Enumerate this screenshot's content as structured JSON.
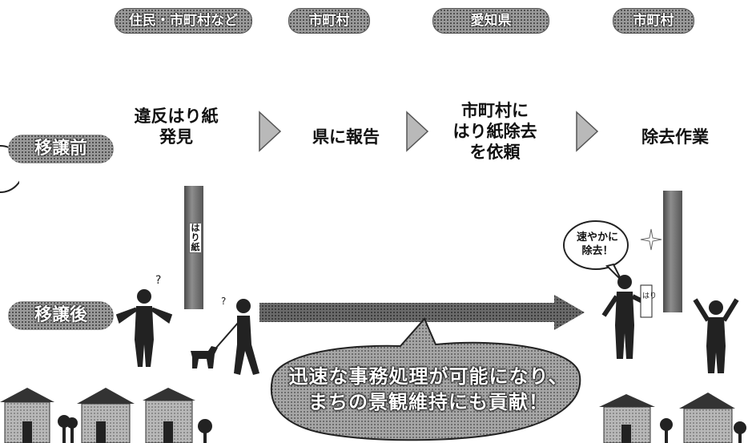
{
  "actors": [
    "住民・市町村など",
    "市町村",
    "愛知県",
    "市町村"
  ],
  "rows": {
    "before": "移譲前",
    "after": "移譲後"
  },
  "steps_before": [
    "違反はり紙\n発見",
    "県に報告",
    "市町村に\nはり紙除去\nを依頼",
    "除去作業"
  ],
  "notice_label": "はり紙",
  "notice_label_right": "はり紙",
  "speech_bubble": "速やかに\n除去！",
  "callout": {
    "line1": "迅速な事務処理が可能になり、",
    "line2": "まちの景観維持にも貢献！"
  }
}
